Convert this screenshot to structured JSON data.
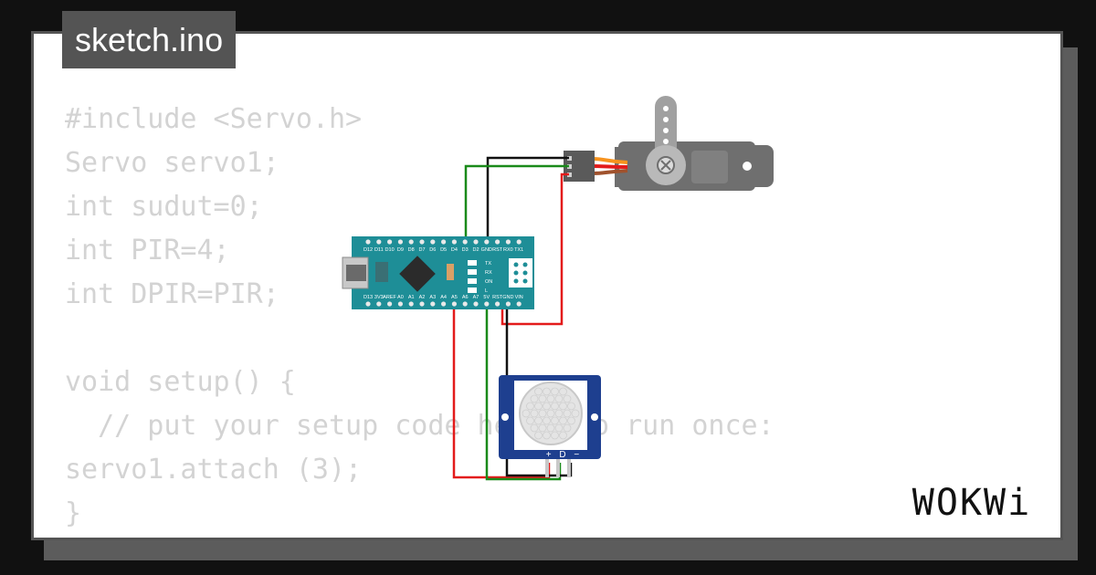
{
  "header": {
    "filename": "sketch.ino"
  },
  "editor": {
    "lines": [
      "#include <Servo.h>",
      "Servo servo1;",
      "int sudut=0;",
      "int PIR=4;",
      "int DPIR=PIR;",
      "",
      "void setup() {",
      "  // put your setup code here, to run once:",
      "servo1.attach (3);",
      "}"
    ]
  },
  "arduino": {
    "top_pins": [
      "D12",
      "D11",
      "D10",
      "D9",
      "D8",
      "D7",
      "D6",
      "D5",
      "D4",
      "D3",
      "D2",
      "GND",
      "RST",
      "RX0",
      "TX1"
    ],
    "bottom_pins": [
      "D13",
      "3V3",
      "AREF",
      "A0",
      "A1",
      "A2",
      "A3",
      "A4",
      "A5",
      "A6",
      "A7",
      "5V",
      "RST",
      "GND",
      "VIN"
    ],
    "side_labels": [
      "TX",
      "RX",
      "ON",
      "L"
    ]
  },
  "pir": {
    "pin_labels": [
      "+",
      "D",
      "−"
    ]
  },
  "wire_colors": {
    "red": "#e31b1b",
    "green": "#1a8a1a",
    "black": "#111111",
    "orange": "#f7931e"
  },
  "brand": {
    "name": "WOKWi"
  }
}
